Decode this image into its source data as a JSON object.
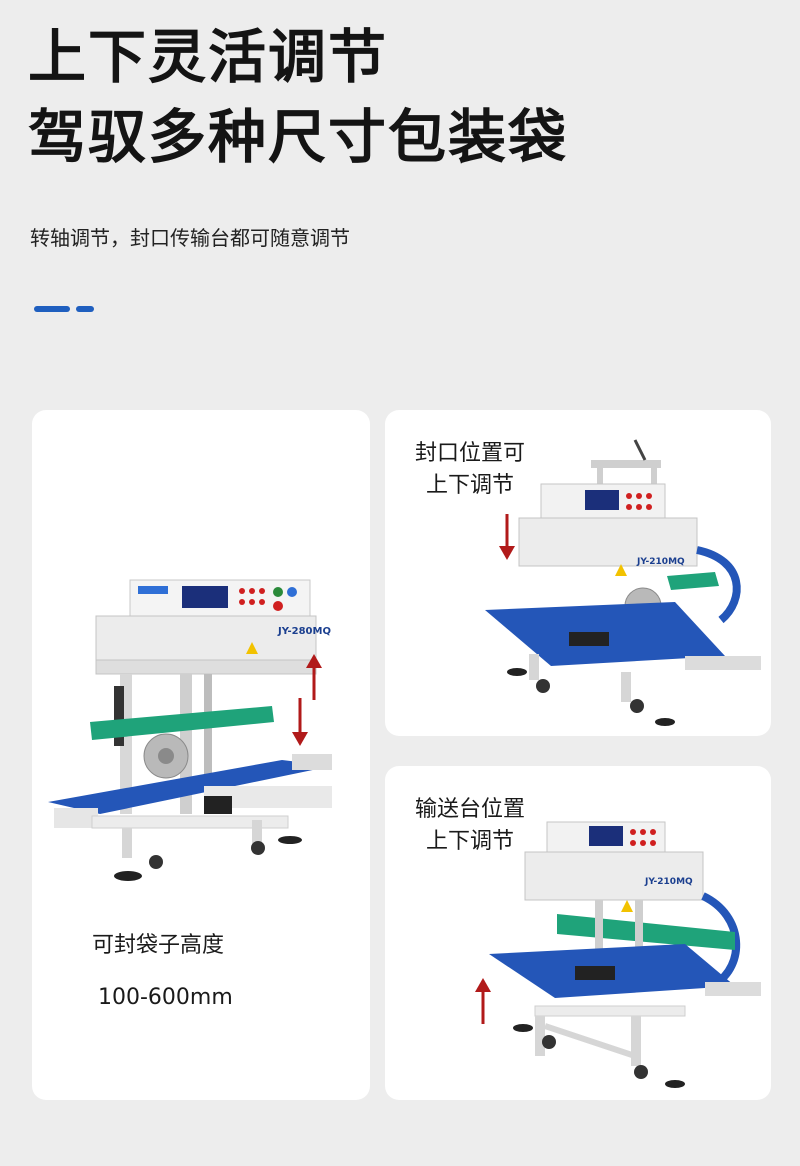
{
  "header": {
    "title_line1": "上下灵活调节",
    "title_line2": "驾驭多种尺寸包装袋",
    "subtitle": "转轴调节，封口传输台都可随意调节"
  },
  "cards": {
    "left": {
      "label": "可封袋子高度",
      "value": "100-600mm",
      "model": "JY-280MQ"
    },
    "top_right": {
      "label_line1": "封口位置可",
      "label_line2": "上下调节",
      "model": "JY-210MQ"
    },
    "bottom_right": {
      "label_line1": "输送台位置",
      "label_line2": "上下调节",
      "model": "JY-210MQ"
    }
  },
  "colors": {
    "accent": "#1f5fbf",
    "arrow": "#b11a1a",
    "belt": "#2456b8",
    "guide": "#1fa37a"
  }
}
